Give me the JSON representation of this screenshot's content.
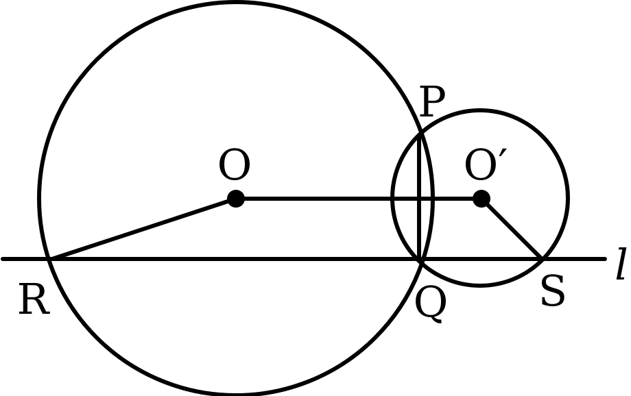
{
  "labels": {
    "O": "O",
    "O_prime": "O′",
    "P": "P",
    "Q": "Q",
    "R": "R",
    "S": "S",
    "line": "l"
  },
  "colors": {
    "ink": "#000000",
    "background": "#ffffff"
  }
}
